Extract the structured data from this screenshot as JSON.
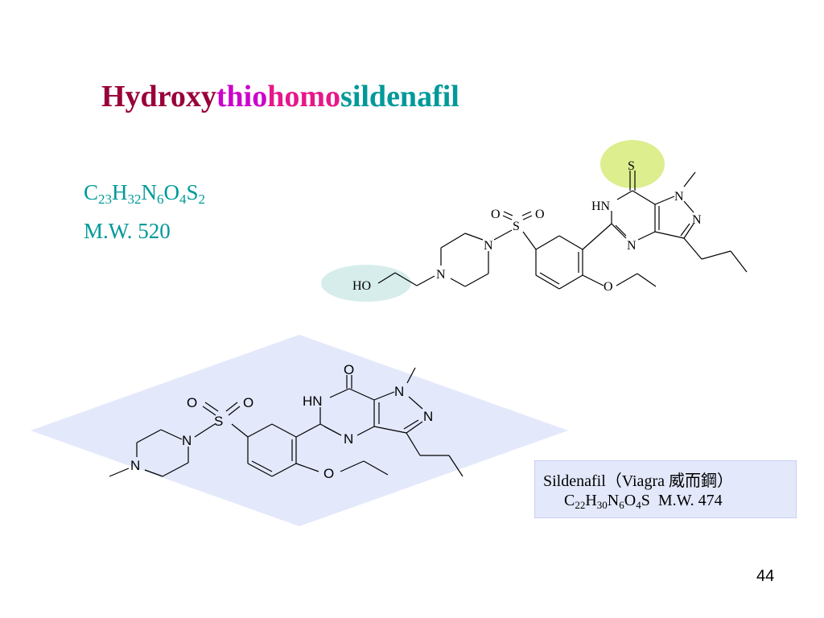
{
  "title": {
    "part1": "Hydroxy",
    "part2": "thio",
    "part3": "homo",
    "part4": "sildenafil"
  },
  "compound_formula": {
    "C": "C",
    "C_n": "23",
    "H": "H",
    "H_n": "32",
    "N": "N",
    "N_n": "6",
    "O": "O",
    "O_n": "4",
    "S": "S",
    "S_n": "2"
  },
  "compound_mw": "M.W. 520",
  "structure_top": {
    "atoms": {
      "thione_s": "S",
      "hn": "HN",
      "n_methyl": "N",
      "n_pyrazole": "N",
      "n_pyrimidine": "N",
      "sulfonyl_o_left": "O",
      "sulfonyl_s": "S",
      "sulfonyl_o_right": "O",
      "piperazine_n1": "N",
      "piperazine_n2": "N",
      "ethoxy_o": "O",
      "hydroxyl": "HO"
    },
    "highlight_colors": {
      "thione": "#dcee8e",
      "hydroxyl": "#d6edeb"
    }
  },
  "structure_bottom": {
    "atoms": {
      "carbonyl_o": "O",
      "hn": "HN",
      "n_methyl": "N",
      "n_pyrazole": "N",
      "n_pyrimidine": "N",
      "sulfonyl_o_left": "O",
      "sulfonyl_s": "S",
      "sulfonyl_o_right": "O",
      "piperazine_n1": "N",
      "piperazine_n2": "N",
      "ethoxy_o": "O"
    },
    "background_color": "#e3e8fb"
  },
  "sildenafil_box": {
    "name_line": "Sildenafil（Viagra 威而鋼）",
    "C": "C",
    "C_n": "22",
    "H": "H",
    "H_n": "30",
    "N": "N",
    "N_n": "6",
    "O": "O",
    "O_n": "4",
    "S_tail": "S",
    "mw": "M.W. 474"
  },
  "page_number": "44"
}
